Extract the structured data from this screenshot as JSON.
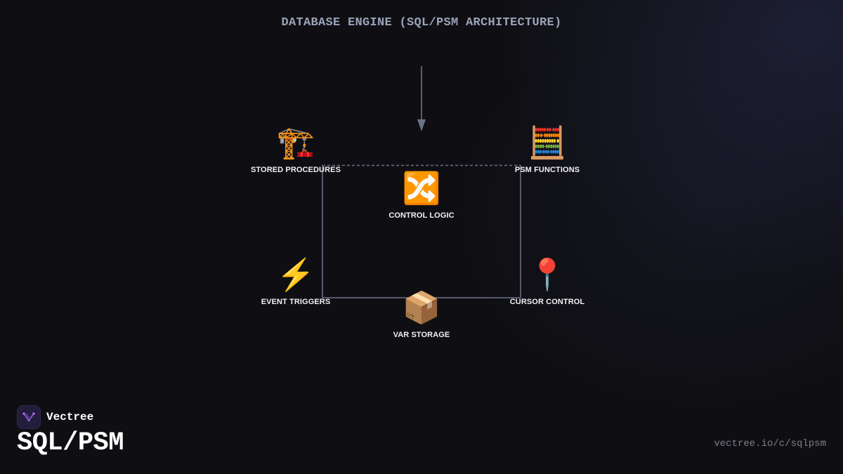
{
  "header": {
    "title": "DATABASE ENGINE (SQL/PSM ARCHITECTURE)"
  },
  "diagram": {
    "nodes": [
      {
        "id": "stored-procedures",
        "icon": "construction-crane-icon",
        "glyph": "🏗️",
        "label": "STORED PROCEDURES"
      },
      {
        "id": "psm-functions",
        "icon": "abacus-icon",
        "glyph": "🧮",
        "label": "PSM FUNCTIONS"
      },
      {
        "id": "control-logic",
        "icon": "shuffle-icon",
        "glyph": "🔀",
        "label": "CONTROL LOGIC"
      },
      {
        "id": "event-triggers",
        "icon": "lightning-icon",
        "glyph": "⚡",
        "label": "EVENT TRIGGERS"
      },
      {
        "id": "cursor-control",
        "icon": "pin-icon",
        "glyph": "📍",
        "label": "CURSOR CONTROL"
      },
      {
        "id": "var-storage",
        "icon": "package-icon",
        "glyph": "📦",
        "label": "VAR STORAGE"
      }
    ],
    "colors": {
      "connector": "#6b7385",
      "label": "#f2f2f5",
      "title": "#9aa3b8"
    }
  },
  "brand": {
    "name": "Vectree",
    "logo_icon": "vectree-logo-icon",
    "accent": "#9b5de5"
  },
  "page": {
    "title": "SQL/PSM"
  },
  "footer": {
    "url": "vectree.io/c/sqlpsm"
  }
}
